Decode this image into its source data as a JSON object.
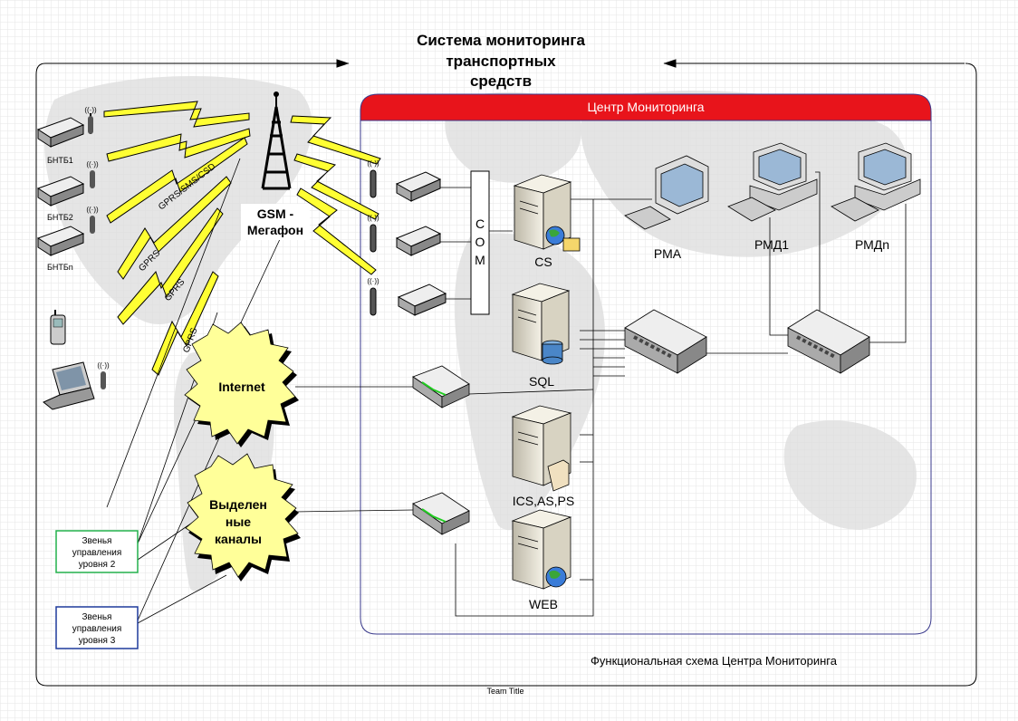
{
  "title_lines": [
    "Система мониторинга",
    "транспортных",
    "средств"
  ],
  "monitoring_center": {
    "header": "Центр Мониторинга"
  },
  "gsm": {
    "line1": "GSM -",
    "line2": "Мегафон"
  },
  "channel_labels": [
    "GPRS/SMS/CSD",
    "GPRS",
    "GPRS",
    "GPRS"
  ],
  "devices": [
    "БНТБ1",
    "БНТБ2",
    "БНТБn"
  ],
  "clouds": {
    "internet": "Internet",
    "dedicated": [
      "Выделен",
      "ные",
      "каналы"
    ]
  },
  "com_letters": [
    "C",
    "O",
    "M"
  ],
  "servers": {
    "cs": "CS",
    "sql": "SQL",
    "ics": "ICS,AS,PS",
    "web": "WEB"
  },
  "workstations": [
    "РМА",
    "РМД1",
    "РМДn"
  ],
  "control_level2": [
    "Звенья",
    "управления",
    "уровня 2"
  ],
  "control_level3": [
    "Звенья",
    "управления",
    "уровня 3"
  ],
  "caption": "Функциональная схема Центра Мониторинга",
  "footer": "Team Title",
  "colors": {
    "header_red": "#e8141b",
    "lightning": "#ffff33",
    "burst": "#ffff99",
    "frame_blue": "#3a3a8c",
    "green_box": "#22b14c",
    "blue_box": "#1f3a9c"
  }
}
